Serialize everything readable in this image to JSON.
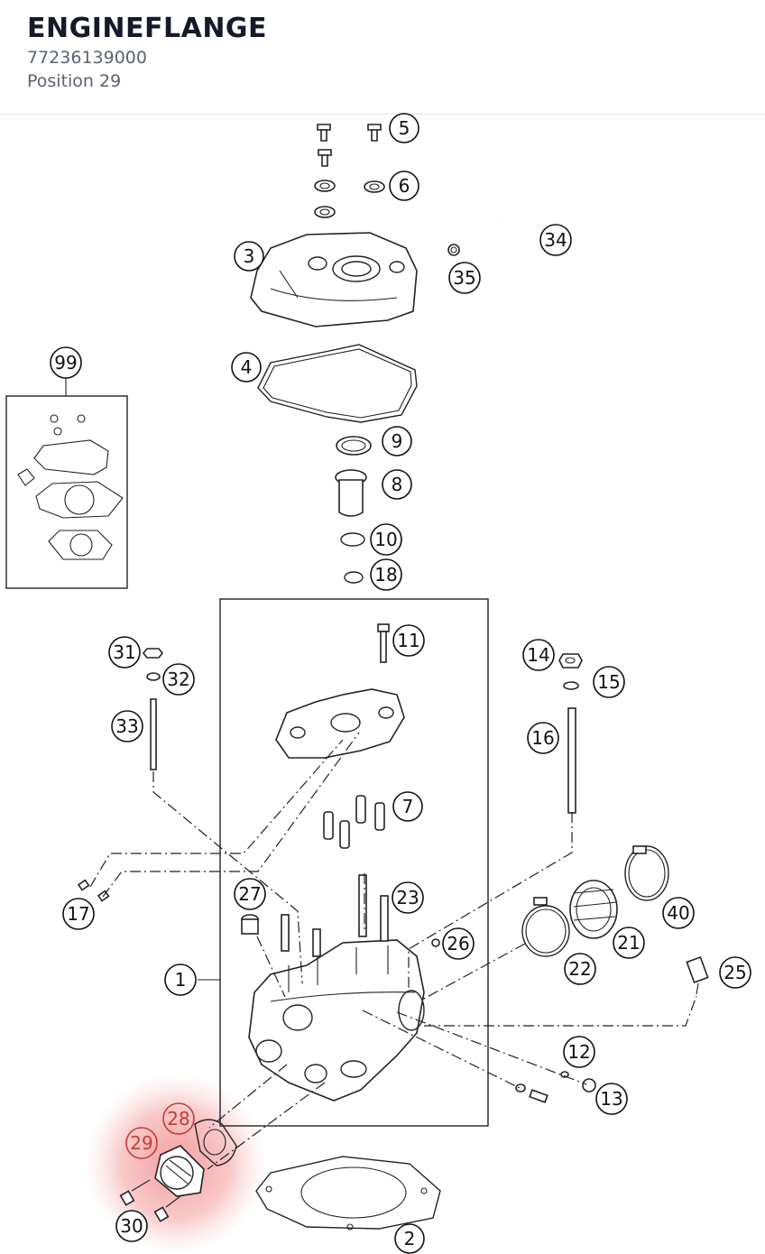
{
  "header": {
    "title": "ENGINEFLANGE",
    "part_number": "77236139000",
    "position": "Position 29"
  },
  "diagram": {
    "highlight_color": "#f2a0a0",
    "selected_position": "29",
    "callouts": {
      "c1": "1",
      "c2": "2",
      "c3": "3",
      "c4": "4",
      "c5": "5",
      "c6": "6",
      "c7": "7",
      "c8": "8",
      "c9": "9",
      "c10": "10",
      "c11": "11",
      "c12": "12",
      "c13": "13",
      "c14": "14",
      "c15": "15",
      "c16": "16",
      "c17": "17",
      "c18": "18",
      "c21": "21",
      "c22": "22",
      "c23": "23",
      "c25": "25",
      "c26": "26",
      "c27": "27",
      "c28": "28",
      "c29": "29",
      "c30": "30",
      "c31": "31",
      "c32": "32",
      "c33": "33",
      "c34": "34",
      "c35": "35",
      "c40": "40",
      "c99": "99"
    }
  }
}
